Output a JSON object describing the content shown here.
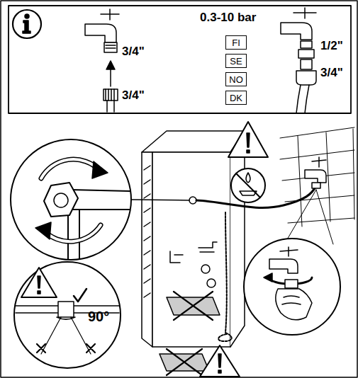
{
  "diagram": {
    "nodes": [
      {
        "text": [
          "FI"
        ]
      },
      {
        "text": [
          "SE"
        ]
      },
      {
        "text": [
          "NO"
        ]
      },
      {
        "text": [
          "DK"
        ]
      }
    ],
    "labels": [
      "3/4\"",
      "3/4\"",
      "0.3-10 bar",
      "1/2\"",
      "3/4\"",
      "90°"
    ]
  }
}
